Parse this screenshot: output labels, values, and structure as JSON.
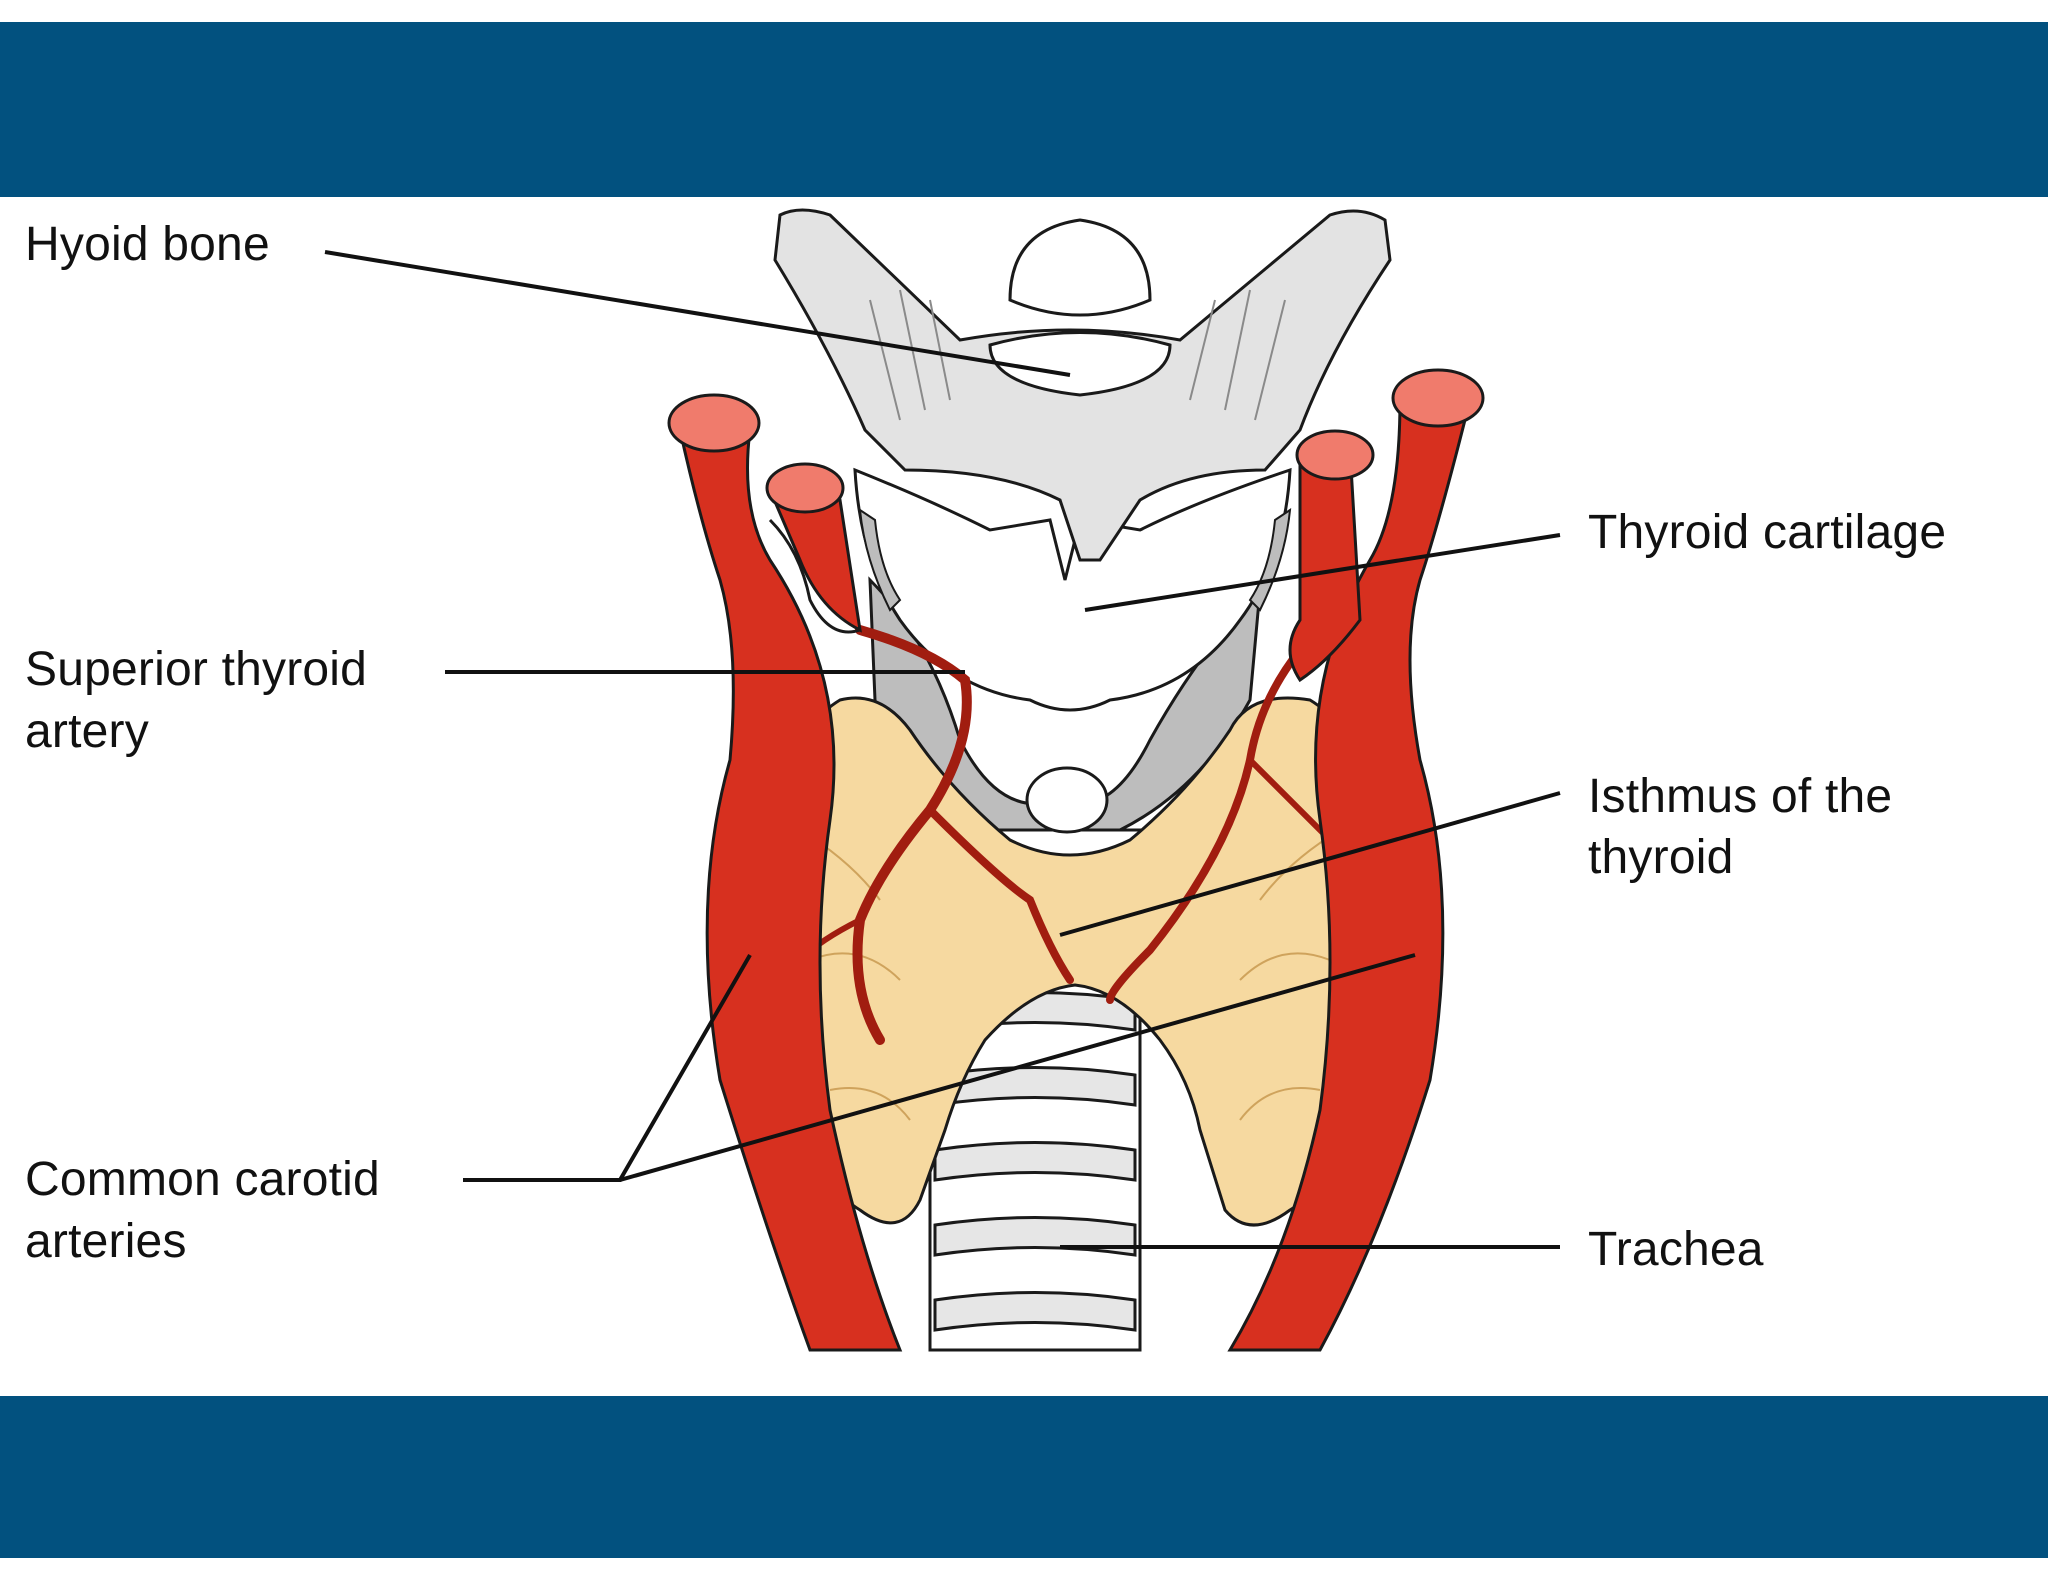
{
  "colors": {
    "band": "#02517f",
    "artery": "#d7301f",
    "artery_dark": "#a11d10",
    "artery_light": "#f07b6c",
    "thyroid": "#f6d9a0",
    "thyroid_line": "#cfa35c",
    "cartilage": "#f4f4f4",
    "cartilage_shade": "#bfbfbf",
    "outline": "#1a1a1a",
    "leader": "#111111"
  },
  "labels": {
    "hyoid": "Hyoid bone",
    "thyroid_cartilage": "Thyroid cartilage",
    "sup_artery_1": "Superior thyroid",
    "sup_artery_2": "artery",
    "isthmus_1": "Isthmus of the",
    "isthmus_2": "thyroid",
    "carotid_1": "Common carotid",
    "carotid_2": "arteries",
    "trachea": "Trachea"
  }
}
